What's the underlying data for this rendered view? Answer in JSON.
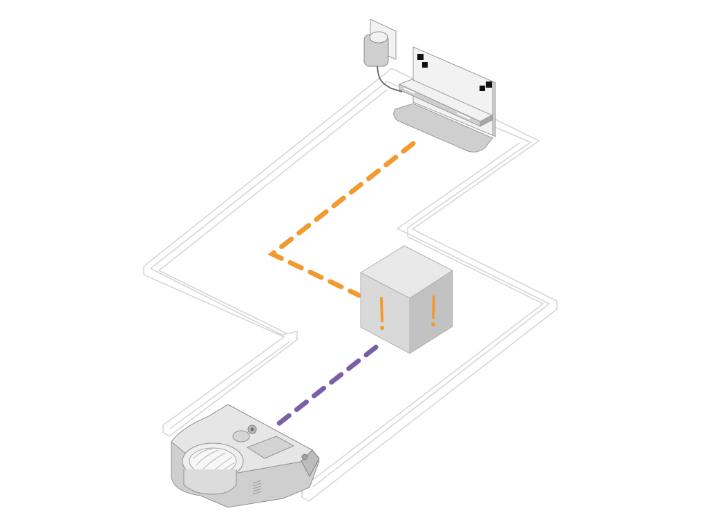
{
  "diagram": {
    "colors": {
      "background": "#ffffff",
      "path_outline": "#d6d6d6",
      "dock_signal": "#f29a2e",
      "robot_signal": "#7b5ea7",
      "device_light": "#f2f2f2",
      "device_mid": "#cfcfcf",
      "device_dark": "#a8a8a8",
      "obstacle_mark": "#f29a2e"
    },
    "elements": [
      {
        "name": "wall-plug-adapter",
        "icon": "power-adapter-icon"
      },
      {
        "name": "charging-dock",
        "icon": "dock-icon"
      },
      {
        "name": "obstacle-block",
        "icon": "warning-block-icon"
      },
      {
        "name": "robot-vacuum",
        "icon": "robot-vacuum-icon"
      }
    ],
    "connections": [
      {
        "from": "charging-dock",
        "to": "obstacle-block",
        "style": "dashed",
        "color_key": "dock_signal",
        "bends": 1
      },
      {
        "from": "obstacle-block",
        "to": "robot-vacuum",
        "style": "dashed",
        "color_key": "robot_signal",
        "bends": 0
      }
    ]
  }
}
